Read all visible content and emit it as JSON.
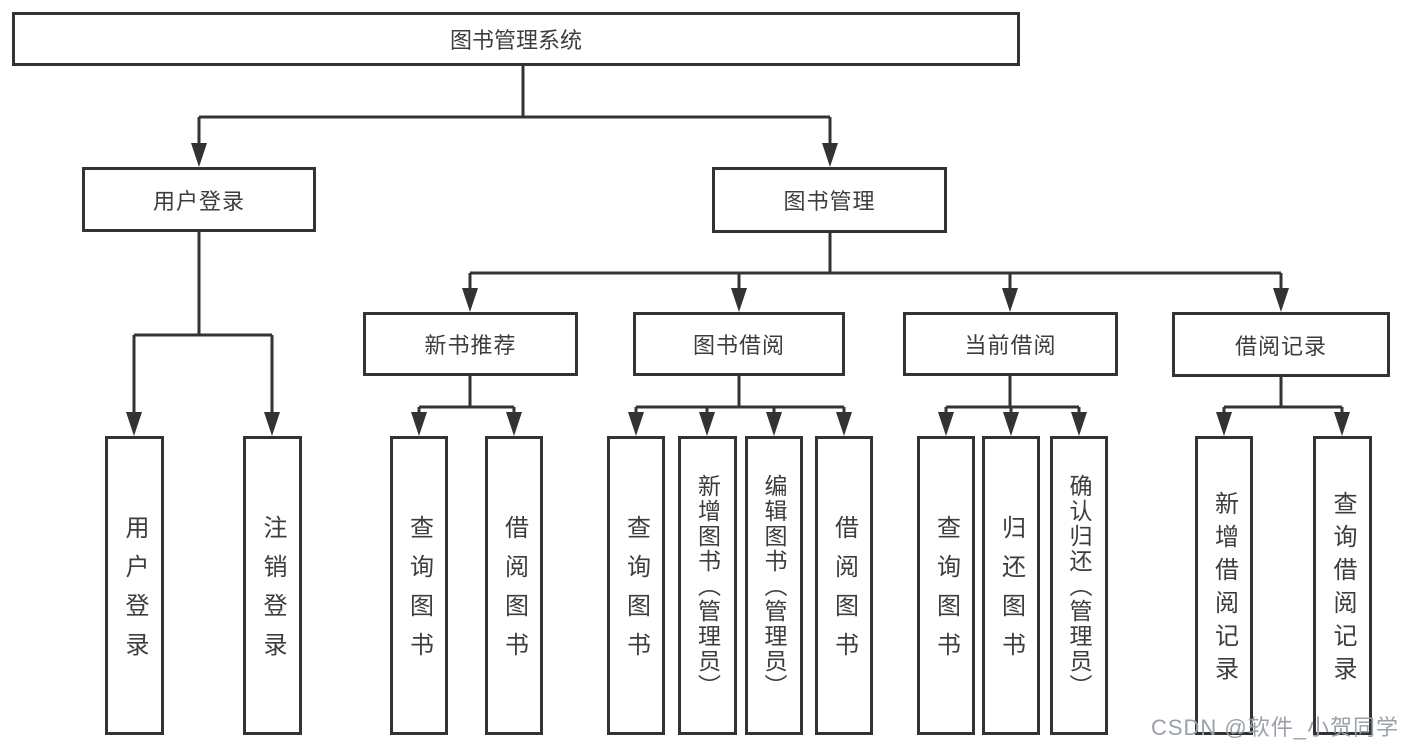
{
  "diagram": {
    "root": {
      "label": "图书管理系统"
    },
    "level2": [
      {
        "label": "用户登录"
      },
      {
        "label": "图书管理"
      }
    ],
    "level3": [
      {
        "label": "新书推荐"
      },
      {
        "label": "图书借阅"
      },
      {
        "label": "当前借阅"
      },
      {
        "label": "借阅记录"
      }
    ],
    "leaves": {
      "user_login": [
        "用户登录",
        "注销登录"
      ],
      "new_book_recommend": [
        "查询图书",
        "借阅图书"
      ],
      "book_borrow": [
        "查询图书",
        "新增图书（管理员）",
        "编辑图书（管理员）",
        "借阅图书"
      ],
      "current_borrow": [
        "查询图书",
        "归还图书",
        "确认归还（管理员）"
      ],
      "borrow_records": [
        "新增借阅记录",
        "查询借阅记录"
      ]
    },
    "colors": {
      "line": "#333333",
      "text": "#3d3d3d",
      "background": "#ffffff"
    }
  },
  "watermark": {
    "text": "CSDN @软件_小贺同学",
    "color": "#9aa0a7"
  }
}
